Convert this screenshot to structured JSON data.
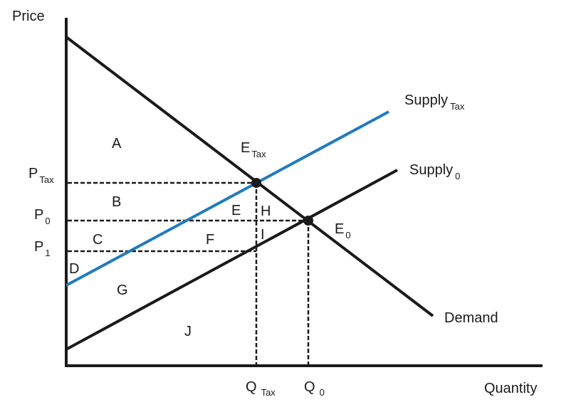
{
  "axes": {
    "y_label": "Price",
    "x_label": "Quantity"
  },
  "colors": {
    "axis": "#1a1a1a",
    "supply_tax": "#1f7bbf",
    "line": "#1a1a1a"
  },
  "curves": {
    "supply_tax": {
      "main": "Supply",
      "sub": "Tax"
    },
    "supply_0": {
      "main": "Supply",
      "sub": "0"
    },
    "demand": {
      "main": "Demand"
    }
  },
  "points": {
    "e_tax": {
      "main": "E",
      "sub": "Tax"
    },
    "e_0": {
      "main": "E",
      "sub": "0"
    }
  },
  "price_labels": {
    "p_tax": {
      "main": "P",
      "sub": "Tax"
    },
    "p_0": {
      "main": "P",
      "sub": "0"
    },
    "p_1": {
      "main": "P",
      "sub": "1"
    }
  },
  "quantity_labels": {
    "q_tax": {
      "main": "Q",
      "sub": "Tax"
    },
    "q_0": {
      "main": "Q",
      "sub": "0"
    }
  },
  "areas": {
    "a": "A",
    "b": "B",
    "c": "C",
    "d": "D",
    "e": "E",
    "f": "F",
    "g": "G",
    "h": "H",
    "i": "I",
    "j": "J"
  }
}
